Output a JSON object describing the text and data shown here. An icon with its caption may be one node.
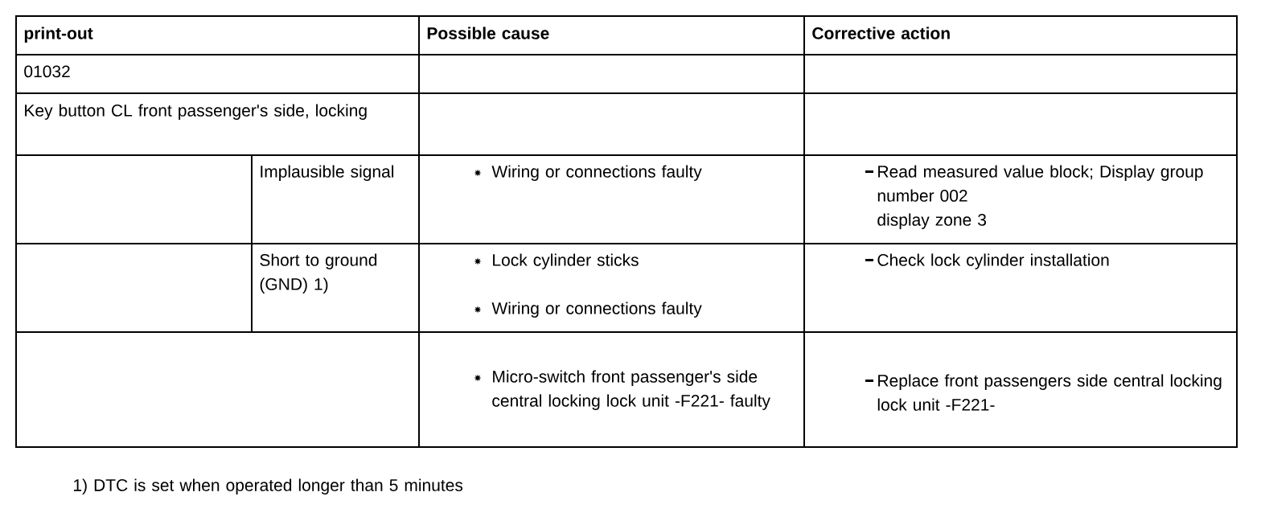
{
  "diagram": {
    "labels": [
      "print-out",
      "Possible cause",
      "Corrective action",
      "01032",
      "Key button CL front passenger's side, locking",
      "Implausible signal",
      "Wiring or connections faulty",
      "Read measured value block; Display group number 002",
      "display zone 3",
      "Short to ground (GND) 1)",
      "Lock cylinder sticks",
      "Check lock cylinder installation",
      "Wiring or connections faulty",
      "Micro-switch front passenger's side central locking lock unit -F221- faulty",
      "Replace front passengers side central locking lock unit -F221-",
      "1) DTC is set when operated longer than 5 minutes"
    ]
  }
}
